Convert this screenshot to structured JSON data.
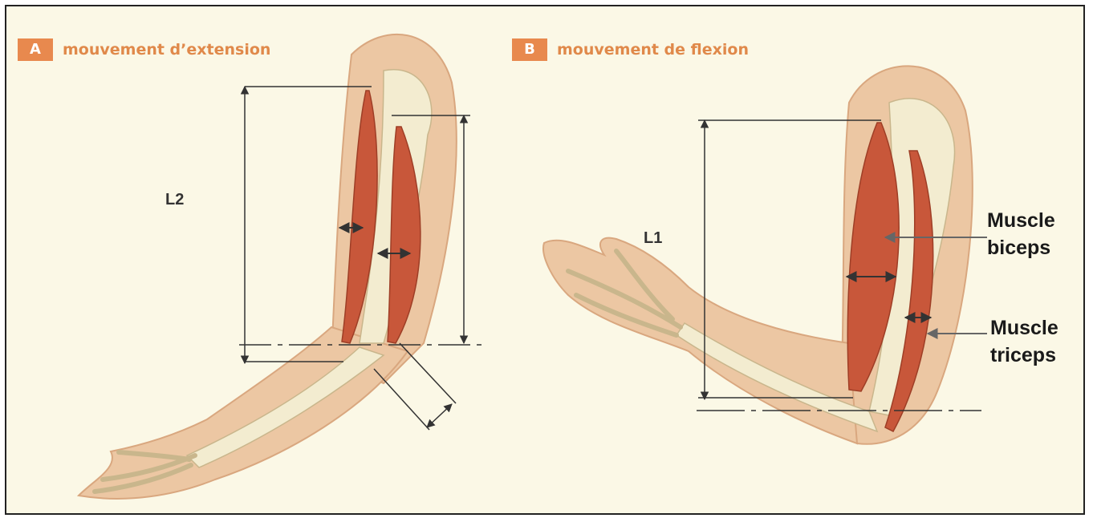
{
  "panel_a": {
    "letter": "A",
    "title": "mouvement d’extension",
    "length_label": "L2"
  },
  "panel_b": {
    "letter": "B",
    "title": "mouvement de flexion",
    "length_label": "L1"
  },
  "annotations": {
    "biceps": [
      "Muscle",
      "biceps"
    ],
    "triceps": [
      "Muscle",
      "triceps"
    ]
  },
  "colors": {
    "background": "#fbf8e6",
    "skin": "#ecc7a3",
    "bone": "#f3ecd0",
    "muscle": "#c8573a",
    "accent": "#e8894e",
    "line": "#333333"
  }
}
